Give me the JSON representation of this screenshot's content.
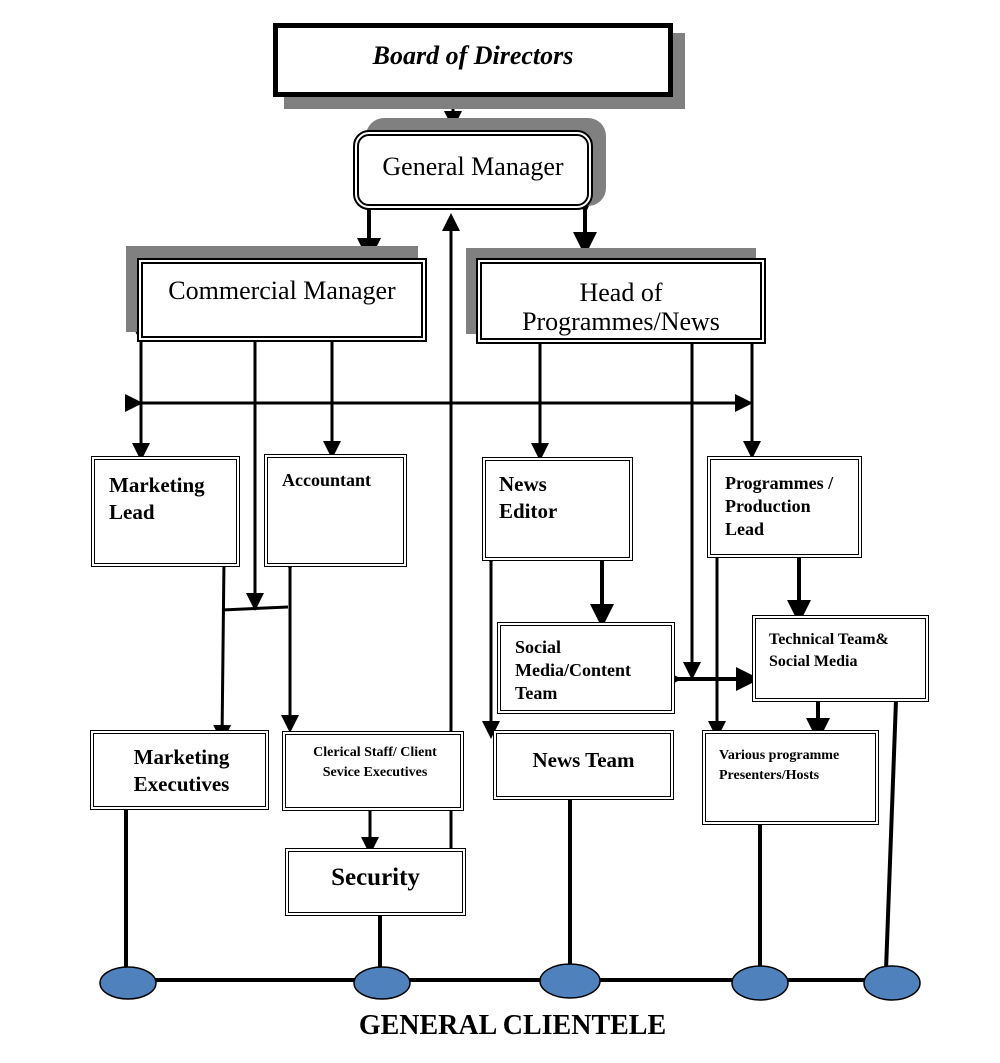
{
  "diagram": {
    "footer": "GENERAL CLIENTELE",
    "nodes": {
      "board": "Board of Directors",
      "general_manager": "General Manager",
      "commercial_manager": "Commercial Manager",
      "head_programmes": "Head of Programmes/News",
      "marketing_lead": "Marketing Lead",
      "accountant": "Accountant",
      "news_editor": "News Editor",
      "programmes_lead": "Programmes / Production Lead",
      "social_media": "Social Media/Content Team",
      "technical_team": "Technical Team& Social Media",
      "marketing_exec": "Marketing Executives",
      "clerical": "Clerical Staff/ Client Sevice Executives",
      "news_team": "News Team",
      "presenters": "Various programme Presenters/Hosts",
      "security": "Security"
    },
    "colors": {
      "clientele_node": "#4f81bd",
      "shadow": "#808080",
      "line": "#000000"
    }
  }
}
